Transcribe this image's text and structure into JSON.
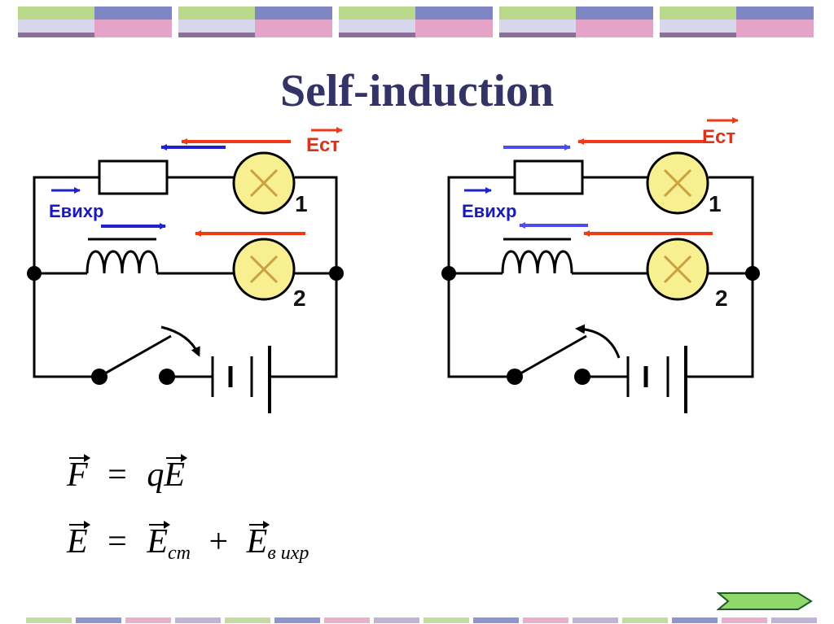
{
  "slide": {
    "title": "Self-induction"
  },
  "diagram_left": {
    "e_st_label": "Ест",
    "e_vihr_label": "Евихр",
    "lamp1_label": "1",
    "lamp2_label": "2"
  },
  "diagram_right": {
    "e_st_label": "Ест",
    "e_vihr_label": "Евихр",
    "lamp1_label": "1",
    "lamp2_label": "2"
  },
  "formulas": {
    "f1": {
      "lhs": "F",
      "eq": "=",
      "q": "q",
      "rhs": "E"
    },
    "f2": {
      "lhs": "E",
      "eq": "=",
      "t1": "E",
      "t1_sub": "ст",
      "plus": "+",
      "t2": "E",
      "t2_sub": "в ихр"
    }
  },
  "colors": {
    "title": "#333366",
    "e_st_arrow": "#f03a17",
    "e_vihr_arrow": "#2222cc",
    "e_vihr_arrow_light": "#4d4dee",
    "lamp_fill": "#f8f090"
  },
  "icons": {
    "next": "next-slide-arrow-icon",
    "lamp": "lamp-icon",
    "switch": "switch-icon",
    "battery": "battery-icon",
    "coil": "inductor-icon",
    "resistor": "resistor-icon"
  }
}
